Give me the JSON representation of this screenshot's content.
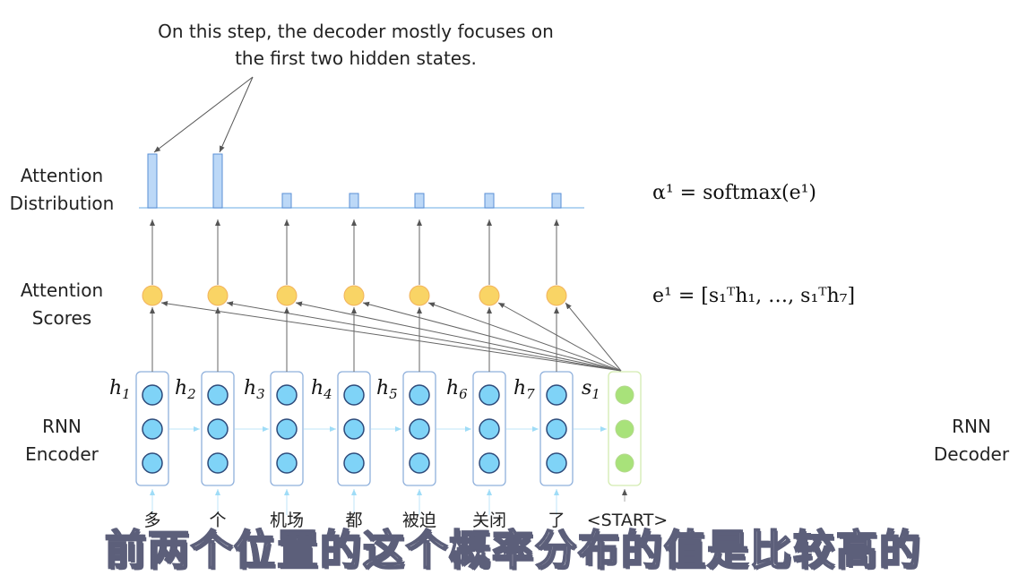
{
  "annotation": {
    "line1": "On this step, the decoder mostly focuses on",
    "line2": "the first two hidden states."
  },
  "row_labels": {
    "attention_distribution": [
      "Attention",
      "Distribution"
    ],
    "attention_scores": [
      "Attention",
      "Scores"
    ],
    "encoder": [
      "RNN",
      "Encoder"
    ],
    "decoder": [
      "RNN",
      "Decoder"
    ]
  },
  "equations": {
    "alpha": "α¹ = softmax(e¹)",
    "e": "e¹ = [s₁ᵀh₁, …, s₁ᵀh₇]"
  },
  "hidden_labels": [
    "h1",
    "h2",
    "h3",
    "h4",
    "h5",
    "h6",
    "h7"
  ],
  "decoder_label": "s1",
  "input_words": [
    "多",
    "个",
    "机场",
    "都",
    "被迫",
    "关闭",
    "了"
  ],
  "decoder_input": "<START>",
  "attention_weights": [
    0.42,
    0.42,
    0.023,
    0.023,
    0.023,
    0.023,
    0.023
  ],
  "colors": {
    "encoder": "#7fd3f7",
    "decoder": "#a8e27a",
    "score": "#f9d465",
    "bar": "#bcd8f7"
  },
  "subtitle": "前两个位置的这个概率分布的值是比较高的"
}
